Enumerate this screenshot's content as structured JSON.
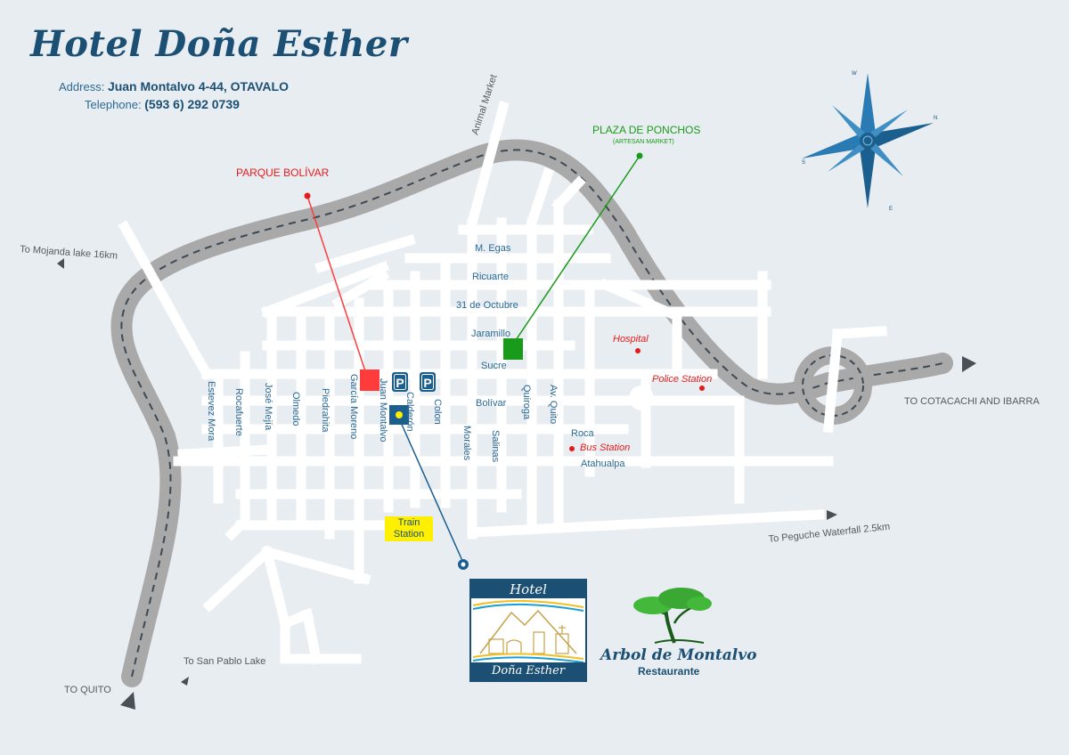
{
  "header": {
    "title": "Hotel Doña Esther",
    "address_label": "Address:",
    "address_value": "Juan Montalvo 4-44, OTAVALO",
    "phone_label": "Telephone:",
    "phone_value": "(593 6) 292 0739"
  },
  "landmarks": {
    "parque": "PARQUE BOLÍVAR",
    "plaza": "PLAZA DE PONCHOS",
    "plaza_sub": "(ARTESAN MARKET)",
    "hospital": "Hospital",
    "police": "Police Station",
    "bus": "Bus Station",
    "train_line1": "Train",
    "train_line2": "Station",
    "animal_market": "Animal Market"
  },
  "destinations": {
    "mojanda": "To Mojanda lake 16km",
    "cotacachi": "TO COTACACHI AND IBARRA",
    "peguche": "To Peguche Waterfall 2.5km",
    "san_pablo": "To San Pablo Lake",
    "quito": "TO QUITO"
  },
  "streets": {
    "megas": "M. Egas",
    "ricuarte": "Ricuarte",
    "octubre": "31 de Octubre",
    "jaramillo": "Jaramillo",
    "sucre": "Sucre",
    "bolivar": "Bolívar",
    "roca": "Roca",
    "atahualpa": "Atahualpa",
    "estevez": "Estevez Mora",
    "rocafuerte": "Rocafuerte",
    "mejia": "José Mejía",
    "olmedo": "Olmedo",
    "piedrahita": "Piedrahita",
    "garcia": "García Moreno",
    "montalvo": "Juan Montalvo",
    "calderon": "Calderón",
    "colon": "Colon",
    "morales": "Morales",
    "salinas": "Salinas",
    "quiroga": "Quiroga",
    "avquito": "Av. Quito"
  },
  "compass": {
    "n": "N",
    "s": "S",
    "e": "E",
    "w": "W"
  },
  "logos": {
    "hotel_top": "Hotel",
    "hotel_bottom": "Doña Esther",
    "arbol_name": "Arbol de Montalvo",
    "arbol_sub": "Restaurante"
  },
  "parking_letter": "P",
  "colors": {
    "background": "#e8edf2",
    "road": "#ffffff",
    "ring_road": "#a9a9a9",
    "hotel": "#1b5f8f",
    "parque": "#ff3b3b",
    "plaza": "#1a9a1a",
    "train": "#ffef00",
    "text": "#2b6a94"
  }
}
